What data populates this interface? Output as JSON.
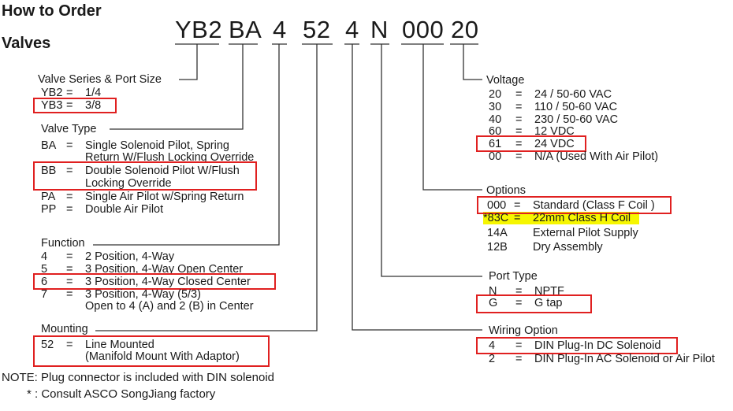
{
  "header": {
    "title_line1": "How to Order",
    "title_line2": "Valves"
  },
  "code_segments": [
    "YB2",
    "BA",
    "4",
    "52",
    "4",
    "N",
    "000",
    "20"
  ],
  "valve_series": {
    "label": "Valve Series & Port Size",
    "items": [
      {
        "code": "YB2",
        "eq": "=",
        "desc": "1/4"
      },
      {
        "code": "YB3",
        "eq": "=",
        "desc": "3/8"
      }
    ]
  },
  "valve_type": {
    "label": "Valve Type",
    "items": [
      {
        "code": "BA",
        "eq": "=",
        "desc": "Single Solenoid Pilot, Spring",
        "desc2": "Return W/Flush Locking Override"
      },
      {
        "code": "BB",
        "eq": "=",
        "desc": "Double Solenoid Pilot W/Flush",
        "desc2": "Locking Override"
      },
      {
        "code": "PA",
        "eq": "=",
        "desc": "Single Air Pilot w/Spring Return"
      },
      {
        "code": "PP",
        "eq": "=",
        "desc": "Double Air Pilot"
      }
    ]
  },
  "function": {
    "label": "Function",
    "items": [
      {
        "code": "4",
        "eq": "=",
        "desc": "2 Position, 4-Way"
      },
      {
        "code": "5",
        "eq": "=",
        "desc": "3 Position, 4-Way Open Center"
      },
      {
        "code": "6",
        "eq": "=",
        "desc": "3 Position, 4-Way Closed Center"
      },
      {
        "code": "7",
        "eq": "=",
        "desc": "3 Position, 4-Way (5/3)",
        "desc2": "Open to 4 (A) and 2 (B) in Center"
      }
    ]
  },
  "mounting": {
    "label": "Mounting",
    "items": [
      {
        "code": "52",
        "eq": "=",
        "desc": "Line Mounted",
        "desc2": "(Manifold Mount With Adaptor)"
      }
    ]
  },
  "notes": {
    "line1": "NOTE: Plug connector is included with DIN solenoid",
    "line2": "* : Consult ASCO SongJiang factory"
  },
  "voltage": {
    "label": "Voltage",
    "items": [
      {
        "code": "20",
        "eq": "=",
        "desc": "24 / 50-60 VAC"
      },
      {
        "code": "30",
        "eq": "=",
        "desc": "110 / 50-60 VAC"
      },
      {
        "code": "40",
        "eq": "=",
        "desc": "230 / 50-60 VAC"
      },
      {
        "code": "60",
        "eq": "=",
        "desc": "12 VDC"
      },
      {
        "code": "61",
        "eq": "=",
        "desc": "24 VDC"
      },
      {
        "code": "00",
        "eq": "=",
        "desc": "N/A (Used With Air Pilot)"
      }
    ]
  },
  "options": {
    "label": "Options",
    "items": [
      {
        "code": "000",
        "eq": "=",
        "desc": "Standard (Class F Coil )"
      },
      {
        "code": "*83C",
        "eq": "=",
        "desc": "22mm Class H Coil"
      },
      {
        "code": "14A",
        "eq": "",
        "desc": "External Pilot Supply"
      },
      {
        "code": "12B",
        "eq": "",
        "desc": "Dry Assembly"
      }
    ]
  },
  "port_type": {
    "label": "Port  Type",
    "items": [
      {
        "code": "N",
        "eq": "=",
        "desc": "NPTF"
      },
      {
        "code": "G",
        "eq": "=",
        "desc": "G tap"
      }
    ]
  },
  "wiring": {
    "label": "Wiring Option",
    "items": [
      {
        "code": "4",
        "eq": "=",
        "desc": "DIN Plug-In DC Solenoid"
      },
      {
        "code": "2",
        "eq": "=",
        "desc": "DIN Plug-In AC Solenoid or Air Pilot"
      }
    ]
  },
  "colors": {
    "highlight_box": "#e02020",
    "highlight_fill": "#f6f600",
    "lines": "#333333"
  }
}
